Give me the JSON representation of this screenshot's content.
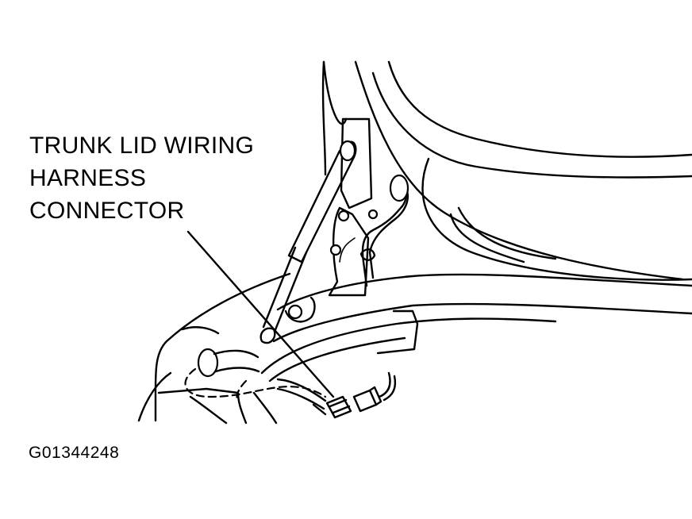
{
  "callout": {
    "lines": [
      "TRUNK LID WIRING",
      "HARNESS",
      "CONNECTOR"
    ]
  },
  "figure_id": "G01344248"
}
